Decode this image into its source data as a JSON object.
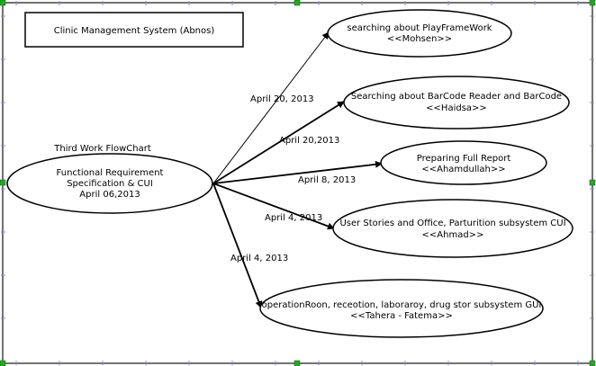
{
  "title_box": {
    "text": "Clinic Management System (Abnos)"
  },
  "source_node": {
    "caption": "Third Work FlowChart",
    "lines": [
      "Functional Requirement",
      "Specification & CUI",
      "April 06,2013"
    ]
  },
  "targets": [
    {
      "id": "t1",
      "lines": [
        "searching about PlayFrameWork",
        "<<Mohsen>>"
      ],
      "edge_label": "April 20, 2013"
    },
    {
      "id": "t2",
      "lines": [
        "Searching about BarCode Reader and BarCode",
        "<<Haidsa>>"
      ],
      "edge_label": "April 20,2013"
    },
    {
      "id": "t3",
      "lines": [
        "Preparing Full Report",
        "<<Ahamdullah>>"
      ],
      "edge_label": "April 8, 2013"
    },
    {
      "id": "t4",
      "lines": [
        "User Stories and Office, Parturition subsystem CUI",
        "<<Ahmad>>"
      ],
      "edge_label": "April 4, 2013"
    },
    {
      "id": "t5",
      "lines": [
        "operationRoon, receotion, laboraroy, drug stor subsystem GUI",
        "<<Tahera - Fatema>>"
      ],
      "edge_label": "April 4, 2013"
    }
  ],
  "colors": {
    "stroke": "#000000",
    "frame": "#444444",
    "handle": "#22aa22",
    "tick": "#8888cc"
  }
}
